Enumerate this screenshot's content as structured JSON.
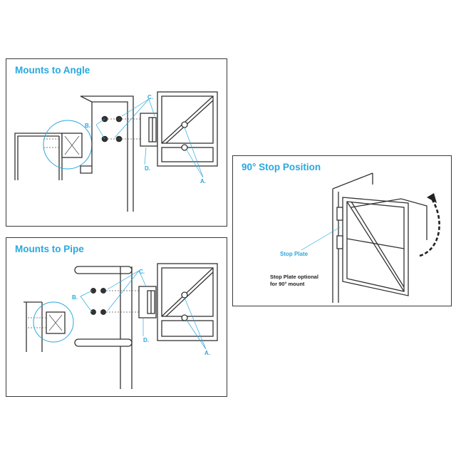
{
  "panels": {
    "angle": {
      "title": "Mounts to Angle",
      "labels": {
        "a": "A.",
        "b": "B.",
        "c": "C.",
        "d": "D."
      }
    },
    "pipe": {
      "title": "Mounts to Pipe",
      "labels": {
        "a": "A.",
        "b": "B.",
        "c": "C.",
        "d": "D."
      }
    },
    "stop": {
      "title": "90° Stop Position",
      "stop_plate_label": "Stop Plate",
      "note_line1": "Stop Plate optional",
      "note_line2": "for 90° mount"
    }
  },
  "colors": {
    "accent": "#29a8df",
    "line": "#333333"
  }
}
